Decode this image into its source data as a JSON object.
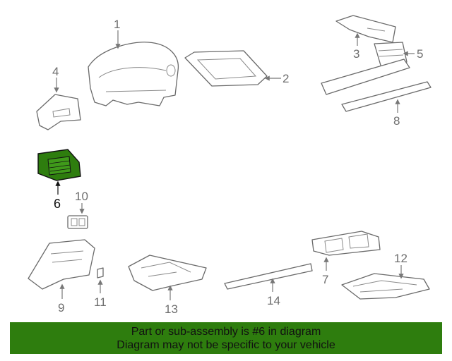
{
  "callouts": {
    "p1": "1",
    "p2": "2",
    "p3": "3",
    "p4": "4",
    "p5": "5",
    "p6": "6",
    "p7": "7",
    "p8": "8",
    "p9": "9",
    "p10": "10",
    "p11": "11",
    "p12": "12",
    "p13": "13",
    "p14": "14"
  },
  "highlight": {
    "part": "6",
    "color": "#2e7d0e"
  },
  "banner": {
    "line1": "Part or sub-assembly is #6 in diagram",
    "line2": "Diagram may not be specific to your vehicle",
    "background": "#2e7d0e"
  }
}
